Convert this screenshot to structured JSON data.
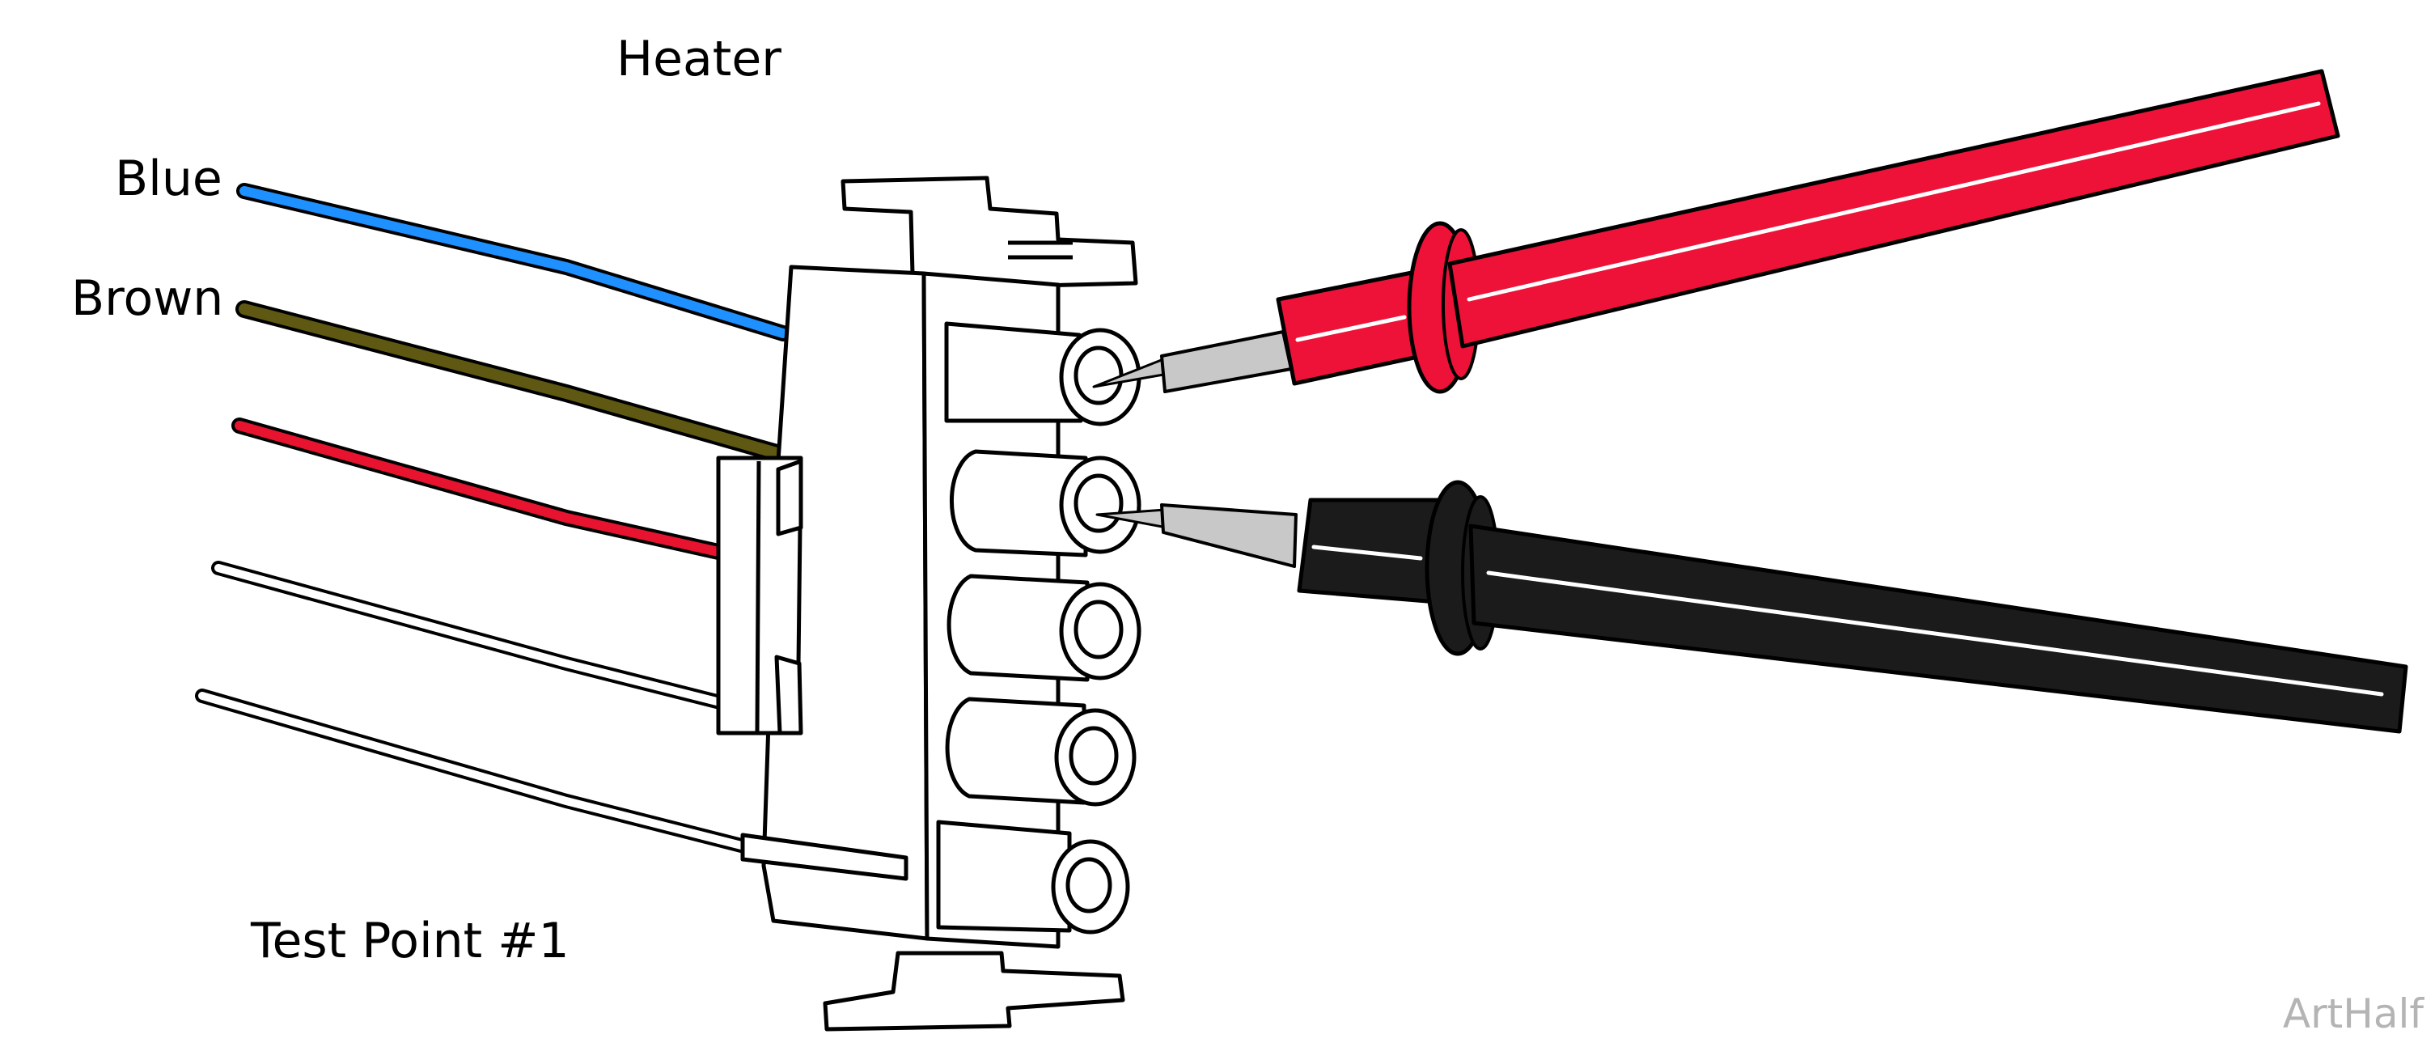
{
  "labels": {
    "heater": "Heater",
    "wire_blue": "Blue",
    "wire_brown": "Brown",
    "test_point": "Test Point #1",
    "watermark": "ArtHalf"
  },
  "colors": {
    "wire_blue": "#1e90ff",
    "wire_brown": "#5f5812",
    "wire_red": "#e8132f",
    "wire_white": "#ffffff",
    "probe_red": "#ef1238",
    "probe_black": "#1b1b1b",
    "probe_tip": "#c8c8c8",
    "connector": "#ffffff",
    "outline": "#000000"
  },
  "connector": {
    "pin_count": 5,
    "probed_pins": [
      1,
      2
    ]
  }
}
